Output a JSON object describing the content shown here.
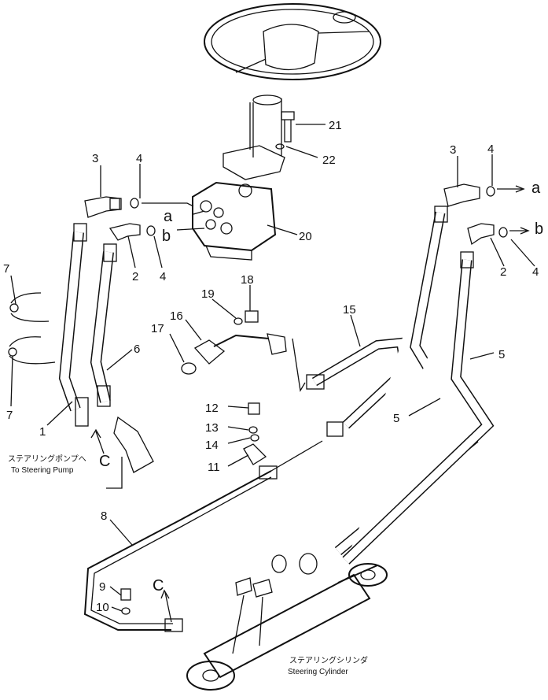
{
  "callouts": {
    "n1": "1",
    "n2a": "2",
    "n2b": "2",
    "n3a": "3",
    "n3b": "3",
    "n4a": "4",
    "n4b": "4",
    "n4c": "4",
    "n4d": "4",
    "n5a": "5",
    "n5b": "5",
    "n6": "6",
    "n7a": "7",
    "n7b": "7",
    "n8": "8",
    "n9": "9",
    "n10": "10",
    "n11": "11",
    "n12": "12",
    "n13": "13",
    "n14": "14",
    "n15": "15",
    "n16": "16",
    "n17": "17",
    "n18": "18",
    "n19": "19",
    "n20": "20",
    "n21": "21",
    "n22": "22"
  },
  "ports": {
    "a_left": "a",
    "b_left": "b",
    "a_right": "a",
    "b_right": "b",
    "c_left": "C",
    "c_bottom": "C"
  },
  "notes": {
    "pump_jp": "ステアリングポンプへ",
    "pump_en": "To Steering Pump",
    "cyl_jp": "ステアリングシリンダ",
    "cyl_en": "Steering Cylinder"
  }
}
